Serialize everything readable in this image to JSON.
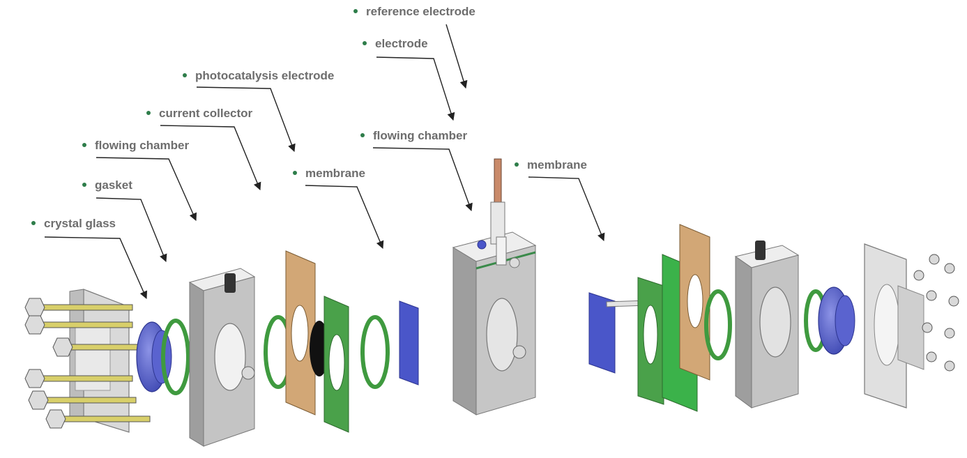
{
  "colors": {
    "bullet": "#2e7d4a",
    "label_text": "#6d6d6d",
    "leader_line": "#222222",
    "steel": "#c9c9c9",
    "steel_dark": "#8e8e8e",
    "gasket_green": "#3f9a3f",
    "membrane_blue": "#4a56c9",
    "copper": "#d2a776",
    "bolt_yellow": "#d8cf6a"
  },
  "labels": {
    "reference_electrode": "reference electrode",
    "electrode": "electrode",
    "photocatalysis_electrode": "photocatalysis electrode",
    "current_collector": "current collector",
    "flowing_chamber_left": "flowing chamber",
    "gasket": "gasket",
    "crystal_glass": "crystal glass",
    "membrane_left": "membrane",
    "flowing_chamber_center": "flowing chamber",
    "membrane_right": "membrane"
  },
  "icons": {
    "bullet": "bullet-dot-icon",
    "arrow": "arrow-pointer-icon"
  }
}
